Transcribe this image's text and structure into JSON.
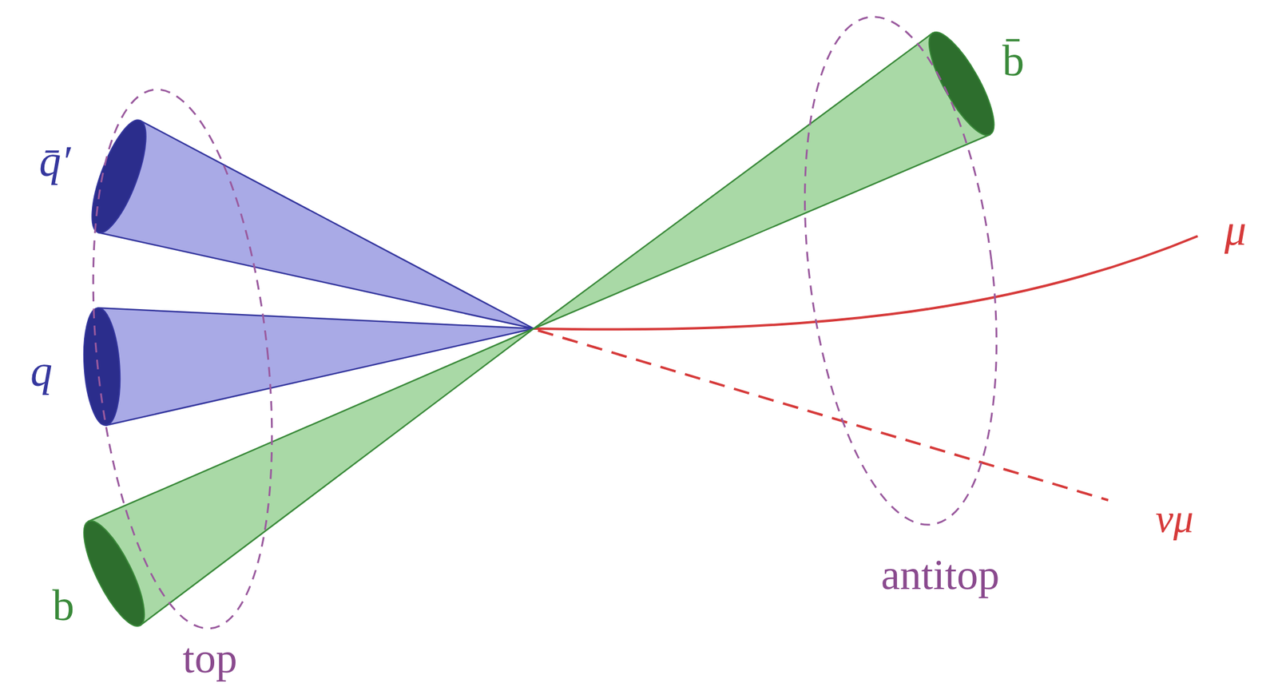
{
  "diagram": {
    "labels": [
      "q̄′",
      "q",
      "b",
      "top",
      "b̄",
      "μ",
      "νμ",
      "antitop"
    ]
  }
}
